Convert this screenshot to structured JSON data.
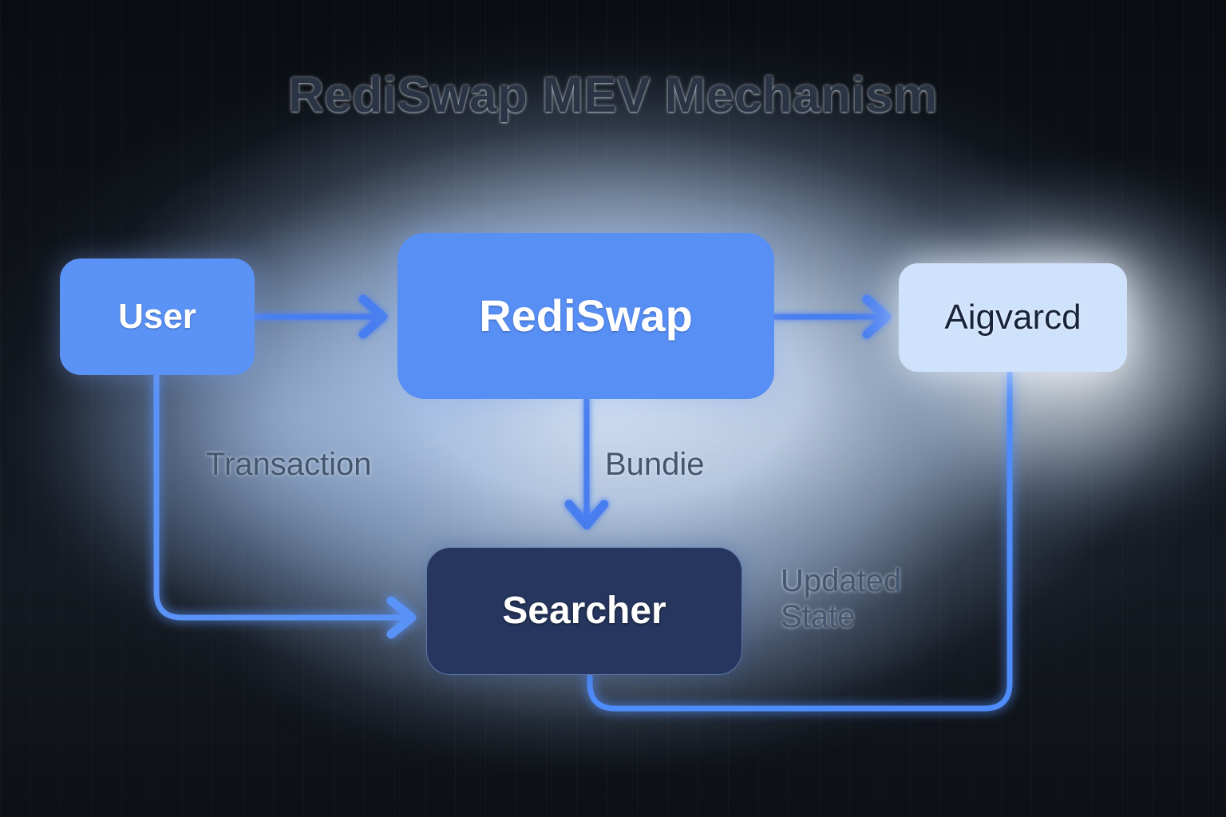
{
  "diagram": {
    "title": "RediSwap MEV Mechanism",
    "background": {
      "corner_color": "#0a0d12",
      "center_glow_color": "#d6e4f6"
    },
    "nodes": [
      {
        "id": "user",
        "label": "User",
        "fill": "#5b92f5",
        "text_color": "#ffffff"
      },
      {
        "id": "rediswap",
        "label": "RediSwap",
        "fill": "#588ff5",
        "text_color": "#ffffff"
      },
      {
        "id": "aigvarcd",
        "label": "Aigvarcd",
        "fill": "#cfe2fb",
        "text_color": "#18233c"
      },
      {
        "id": "searcher",
        "label": "Searcher",
        "fill": "#26365e",
        "text_color": "#ffffff"
      }
    ],
    "edges": [
      {
        "id": "user-to-rediswap",
        "from": "user",
        "to": "rediswap",
        "label": "",
        "color": "#4a7ef0"
      },
      {
        "id": "rediswap-to-aigvarcd",
        "from": "rediswap",
        "to": "aigvarcd",
        "label": "",
        "color": "#4a7ef0"
      },
      {
        "id": "user-to-searcher",
        "from": "user",
        "to": "searcher",
        "label": "Transaction",
        "color": "#5a93f8"
      },
      {
        "id": "rediswap-to-searcher",
        "from": "rediswap",
        "to": "searcher",
        "label": "Bundie",
        "color": "#4a7ef0"
      },
      {
        "id": "aigvarcd-to-searcher",
        "from": "aigvarcd",
        "to": "searcher",
        "label": "Updated\nState",
        "color": "#4f8cfb"
      }
    ],
    "label_color": "#44566e"
  }
}
